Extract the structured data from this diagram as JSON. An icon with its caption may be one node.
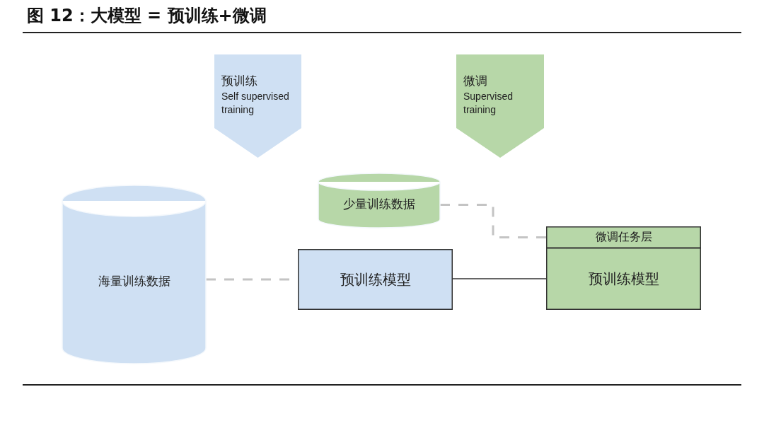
{
  "diagram": {
    "title": "图 12：大模型 = 预训练+微调",
    "nodes": [
      {
        "text": [
          "预训练",
          "Self supervised training"
        ]
      },
      {
        "text": [
          "微调",
          "Supervised training"
        ]
      },
      {
        "text": [
          "少量训练数据"
        ]
      },
      {
        "text": [
          "海量训练数据"
        ]
      },
      {
        "text": [
          "预训练模型"
        ]
      },
      {
        "text": [
          "微调任务层"
        ]
      },
      {
        "text": [
          "预训练模型"
        ]
      }
    ],
    "edges": [
      {
        "from": 3,
        "to": 4,
        "arrow": "none",
        "style": "dashed",
        "color": "#c4c4c4"
      },
      {
        "from": 4,
        "to": 6,
        "arrow": "none",
        "color": "#333333"
      },
      {
        "from": 2,
        "to": 5,
        "arrow": "none",
        "style": "dashed",
        "color": "#c4c4c4"
      }
    ]
  }
}
